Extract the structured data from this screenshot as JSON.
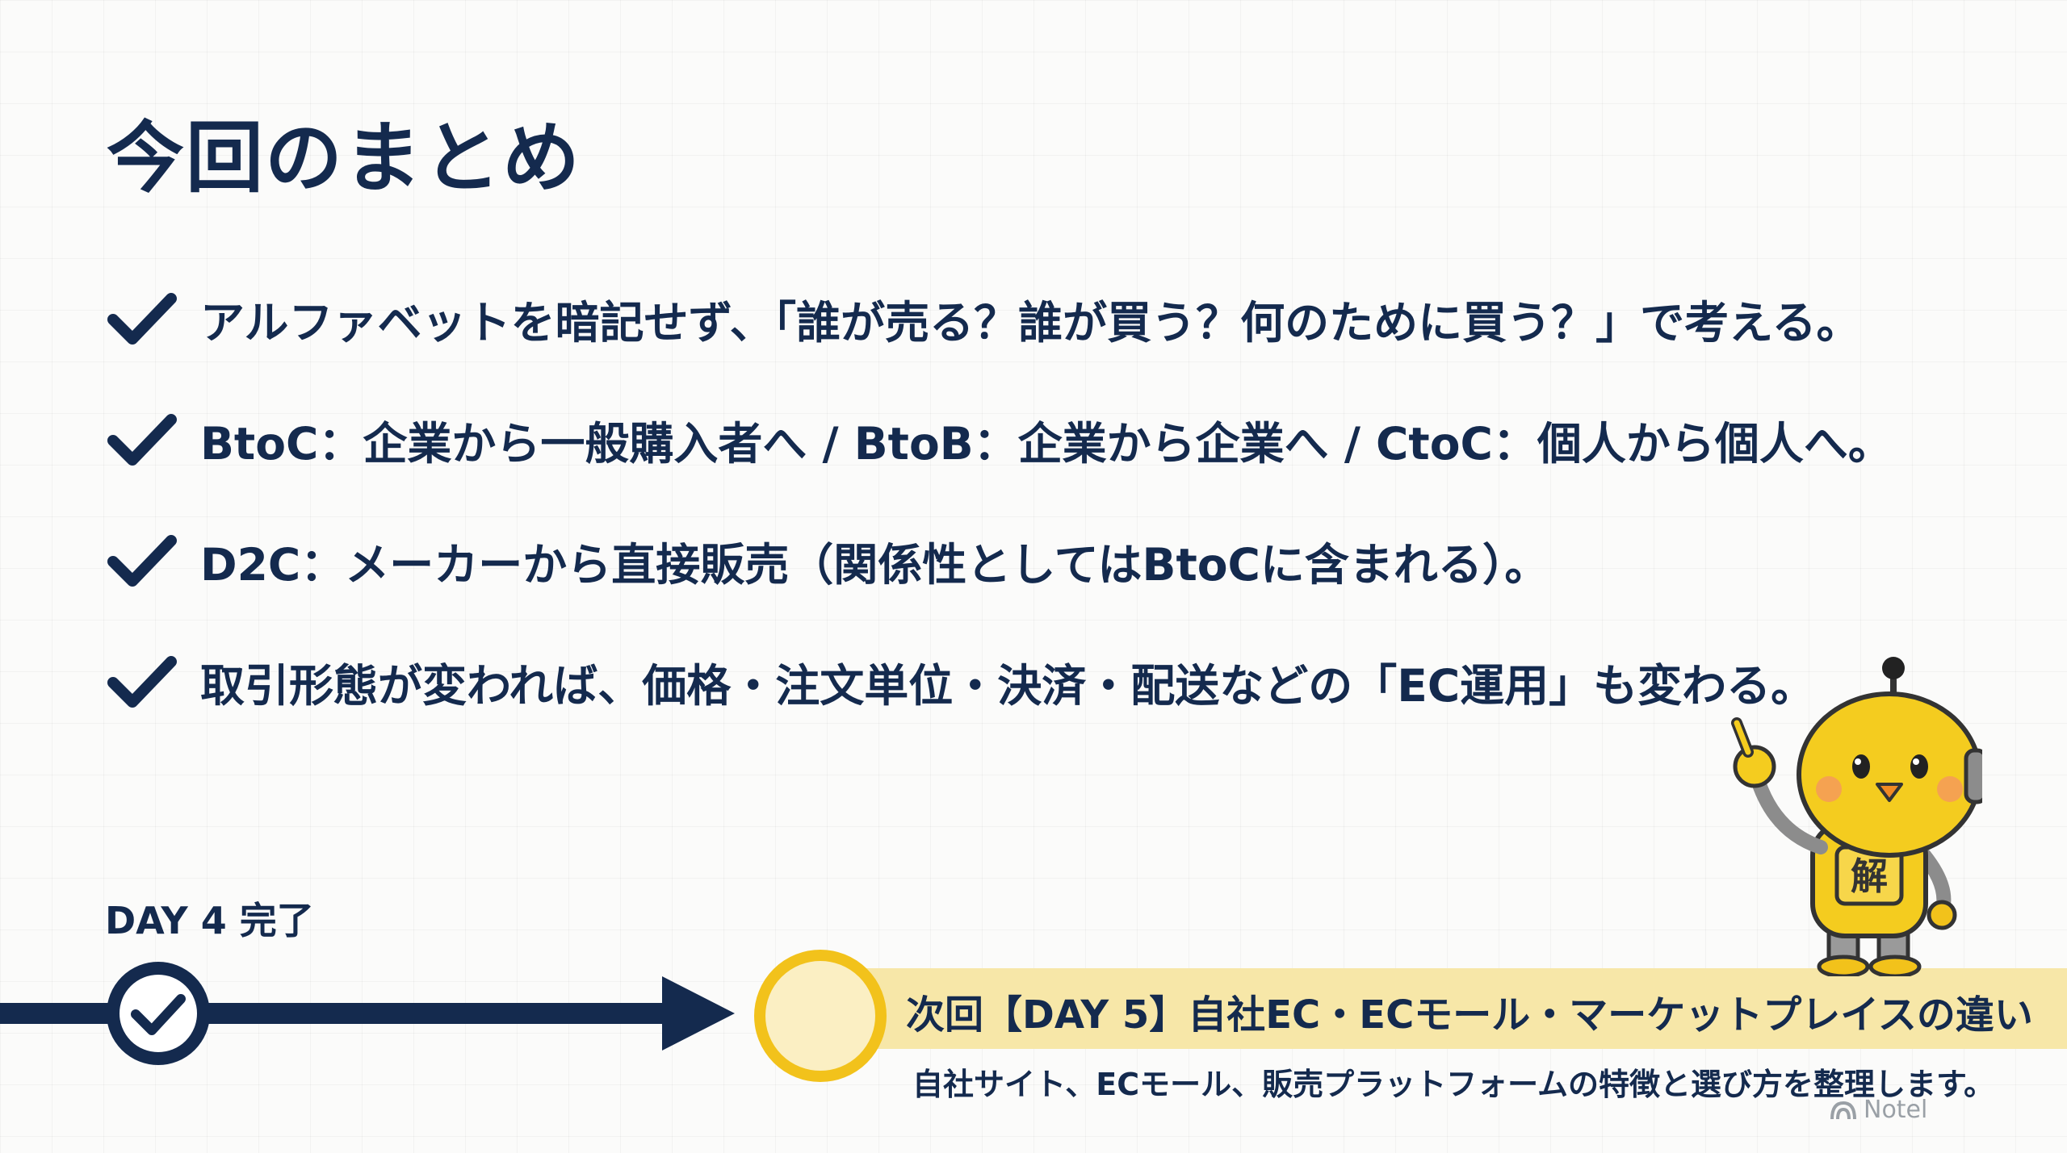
{
  "title": "今回のまとめ",
  "bullets": [
    {
      "text": "アルファベットを暗記せず、「誰が売る？誰が買う？何のために買う？」で考える。",
      "icon": "check-icon"
    },
    {
      "text": "BtoC：企業から一般購入者へ / BtoB：企業から企業へ / CtoC：個人から個人へ。",
      "icon": "check-icon"
    },
    {
      "text": "D2C：メーカーから直接販売（関係性としてはBtoCに含まれる）。",
      "icon": "check-icon"
    },
    {
      "text": "取引形態が変われば、価格・注文単位・決済・配送などの「EC運用」も変わる。",
      "icon": "check-icon"
    }
  ],
  "timeline": {
    "done_label": "DAY 4 完了",
    "next_title": "次回【DAY 5】自社EC・ECモール・マーケットプレイスの違い",
    "next_subtitle": "自社サイト、ECモール、販売プラットフォームの特徴と選び方を整理します。"
  },
  "mascot": {
    "badge": "解"
  },
  "watermark": {
    "text": "Notel",
    "icon": "notel-logo-icon"
  },
  "colors": {
    "navy": "#142a4e",
    "yellow": "#f2c21b",
    "band": "#f7e7a8",
    "background": "#fbfbfa"
  }
}
